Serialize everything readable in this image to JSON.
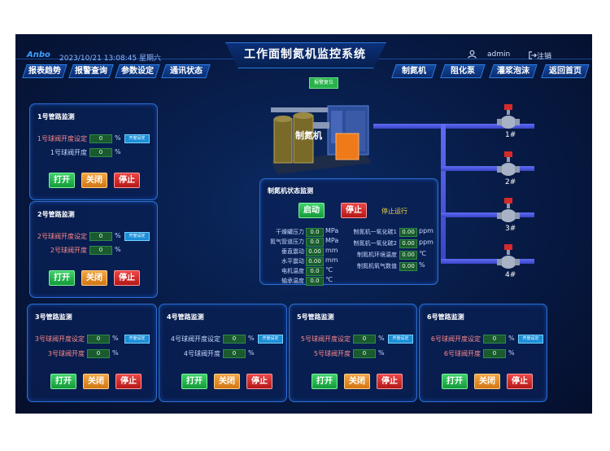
{
  "header": {
    "logo": "Anbo",
    "datetime": "2023/10/21 13:08:45  星期六",
    "title": "工作面制氮机监控系统",
    "user": "admin",
    "logout": "注销"
  },
  "nav_left": [
    "报表趋势",
    "报警查询",
    "参数设定",
    "通讯状态"
  ],
  "nav_right": [
    "制氮机",
    "阻化泵",
    "灌浆泡沫",
    "返回首页"
  ],
  "reset_button": "报警复位",
  "machine_label": "制氮机",
  "pipeline_panels": [
    {
      "title": "1号管路监测",
      "open_set_label": "1号球阀开度设定",
      "open_set_value": "0",
      "open_label": "1号球阀开度",
      "open_value": "0",
      "unit": "%",
      "set_button": "开度设定",
      "open_btn": "打开",
      "close_btn": "关闭",
      "stop_btn": "停止"
    },
    {
      "title": "2号管路监测",
      "open_set_label": "2号球阀开度设定",
      "open_set_value": "0",
      "open_label": "2号球阀开度",
      "open_value": "0",
      "unit": "%",
      "set_button": "开度设定",
      "open_btn": "打开",
      "close_btn": "关闭",
      "stop_btn": "停止"
    },
    {
      "title": "3号管路监测",
      "open_set_label": "3号球阀开度设定",
      "open_set_value": "0",
      "open_label": "3号球阀开度",
      "open_value": "0",
      "unit": "%",
      "set_button": "开度设定",
      "open_btn": "打开",
      "close_btn": "关闭",
      "stop_btn": "停止"
    },
    {
      "title": "4号管路监测",
      "open_set_label": "4号球阀开度设定",
      "open_set_value": "0",
      "open_label": "4号球阀开度",
      "open_value": "0",
      "unit": "%",
      "set_button": "开度设定",
      "open_btn": "打开",
      "close_btn": "关闭",
      "stop_btn": "停止"
    },
    {
      "title": "5号管路监测",
      "open_set_label": "5号球阀开度设定",
      "open_set_value": "0",
      "open_label": "5号球阀开度",
      "open_value": "0",
      "unit": "%",
      "set_button": "开度设定",
      "open_btn": "打开",
      "close_btn": "关闭",
      "stop_btn": "停止"
    },
    {
      "title": "6号管路监测",
      "open_set_label": "6号球阀开度设定",
      "open_set_value": "0",
      "open_label": "6号球阀开度",
      "open_value": "0",
      "unit": "%",
      "set_button": "开度设定",
      "open_btn": "打开",
      "close_btn": "关闭",
      "stop_btn": "停止"
    }
  ],
  "status_panel": {
    "title": "制氮机状态监测",
    "start_btn": "启动",
    "stop_btn": "停止",
    "state_text": "停止运行",
    "left_rows": [
      {
        "label": "干燥罐压力",
        "value": "0.0",
        "unit": "MPa"
      },
      {
        "label": "氮气管道压力",
        "value": "0.0",
        "unit": "MPa"
      },
      {
        "label": "垂直震动",
        "value": "0.00",
        "unit": "mm"
      },
      {
        "label": "水平震动",
        "value": "0.00",
        "unit": "mm"
      },
      {
        "label": "电机温度",
        "value": "0.0",
        "unit": "℃"
      },
      {
        "label": "轴承温度",
        "value": "0.0",
        "unit": "℃"
      }
    ],
    "right_rows": [
      {
        "label": "制氮机一氧化碳1",
        "value": "0.00",
        "unit": "ppm"
      },
      {
        "label": "制氮机一氧化碳2",
        "value": "0.00",
        "unit": "ppm"
      },
      {
        "label": "制氮机环境温度",
        "value": "0.00",
        "unit": "℃"
      },
      {
        "label": "制氮机氧气数值",
        "value": "0.00",
        "unit": "%"
      }
    ]
  },
  "valves": [
    "1#",
    "2#",
    "3#",
    "4#"
  ]
}
